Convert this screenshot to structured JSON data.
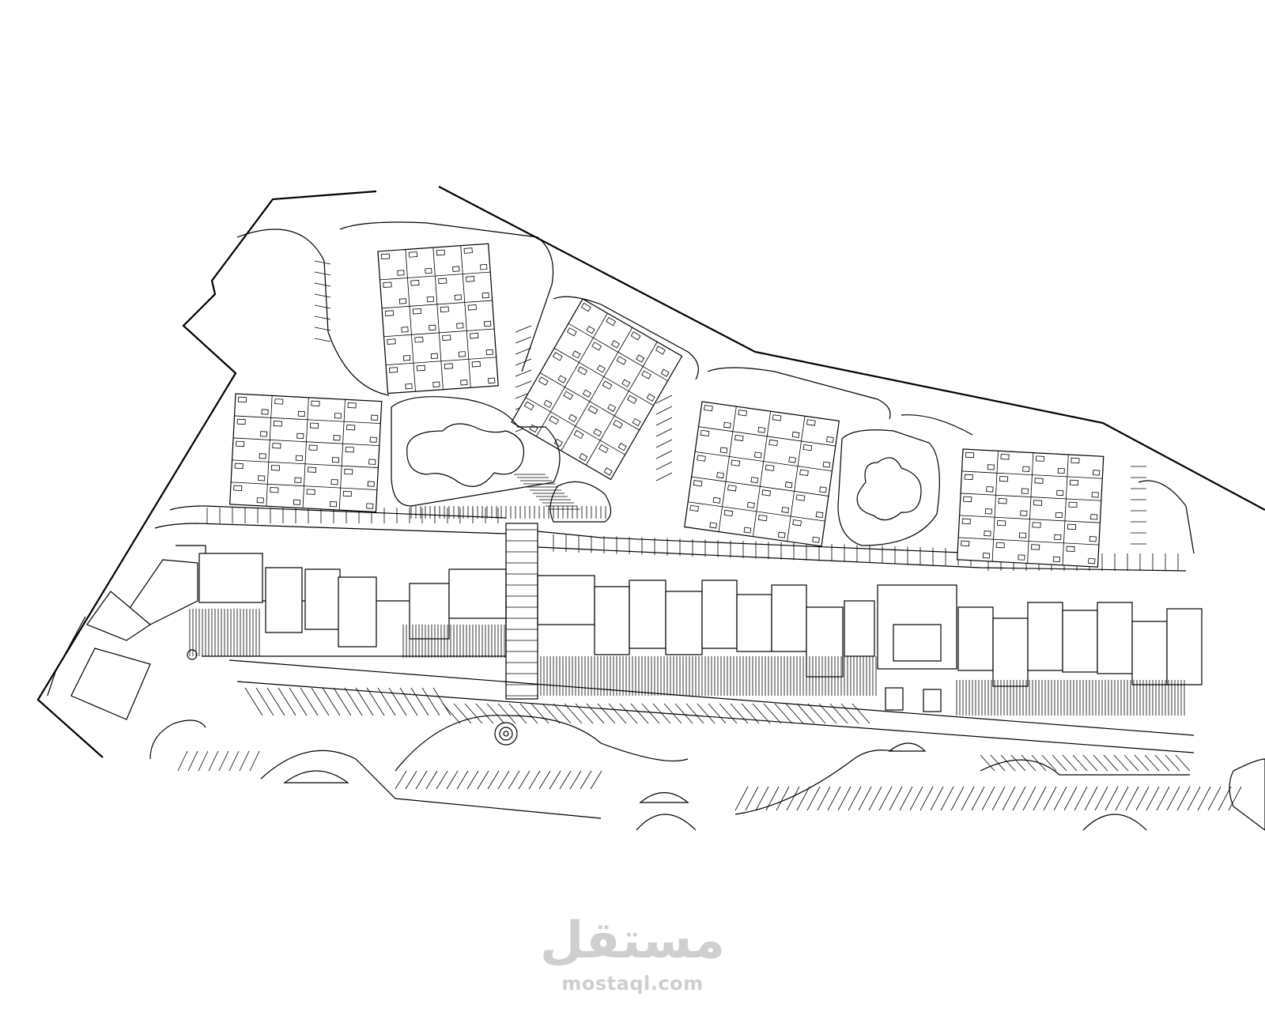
{
  "figure": {
    "kind": "site-plan",
    "line_color": "#000000",
    "background_color": "#ffffff",
    "residential_blocks": [
      "block-1",
      "block-2",
      "block-3",
      "block-4",
      "block-5"
    ],
    "pools": [
      "pool-left",
      "pool-right"
    ]
  },
  "watermark": {
    "logo_text": "مستقل",
    "site_text": "mostaql.com",
    "color": "#cfcfcf"
  }
}
